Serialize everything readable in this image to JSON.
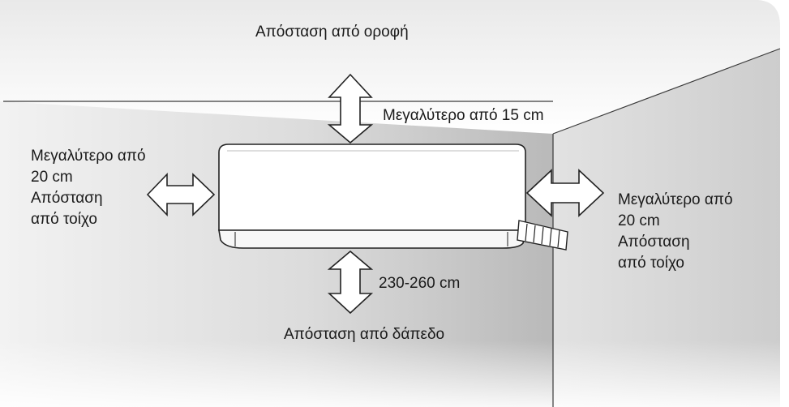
{
  "diagram": {
    "ceiling_label": "Απόσταση από οροφή",
    "top_clearance": "Μεγαλύτερο  από 15 cm",
    "left_clearance": {
      "line1": "Μεγαλύτερο  από",
      "line2": "20 cm",
      "line3": "Απόσταση",
      "line4": "από τοίχο"
    },
    "right_clearance": {
      "line1": "Μεγαλύτερο  από",
      "line2": "20 cm",
      "line3": "Απόσταση",
      "line4": "από τοίχο"
    },
    "floor_height": "230-260 cm",
    "floor_label": "Απόσταση από δάπεδο"
  }
}
